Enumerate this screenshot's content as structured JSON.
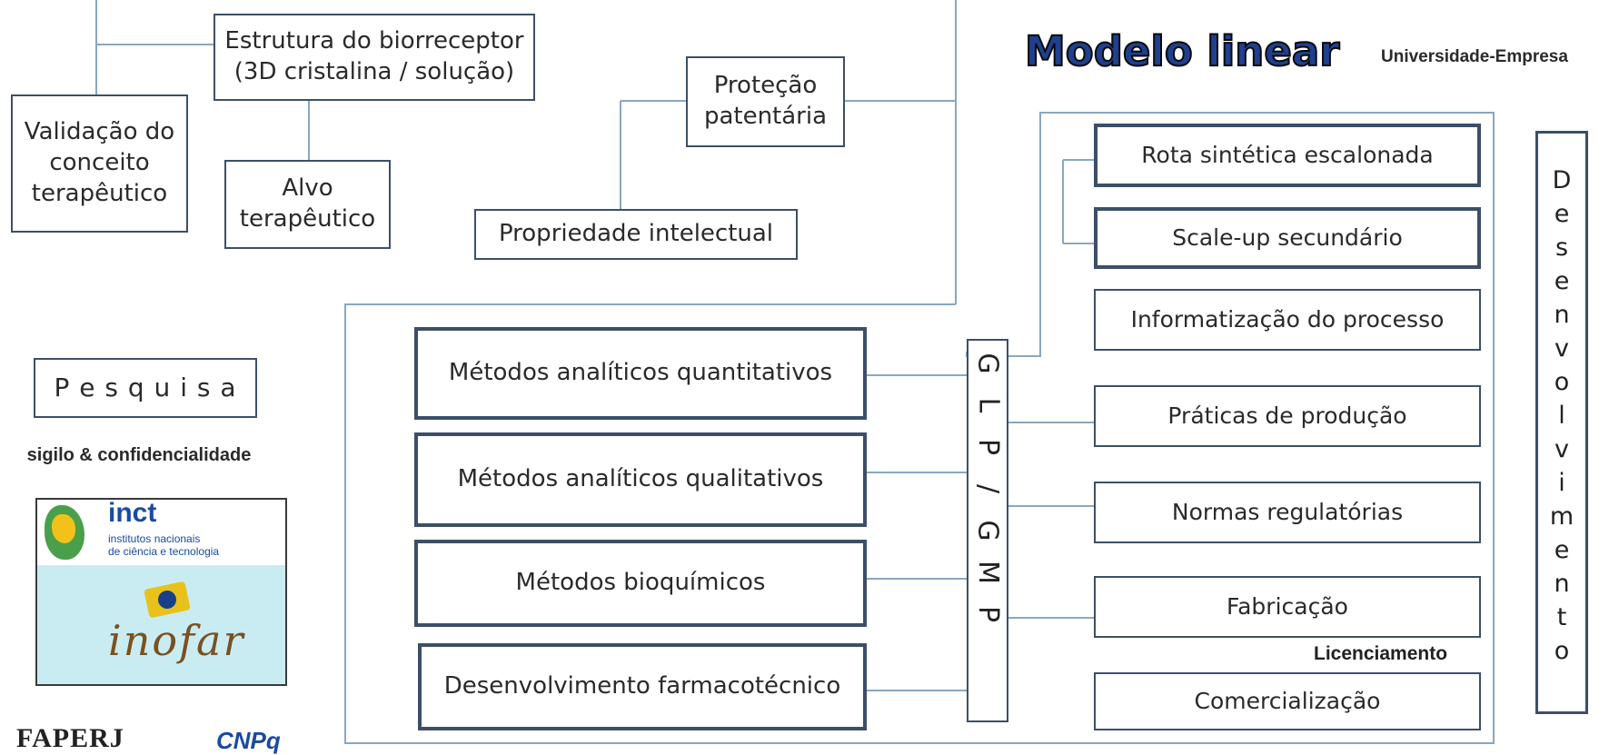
{
  "colors": {
    "box_border": "#3d4f67",
    "connector": "#8aa7bf",
    "title_fill": "#1f3f8f",
    "title_outline": "#0a0a0a"
  },
  "title": "Modelo linear",
  "subtitle": "Universidade-Empresa",
  "pesquisa": {
    "label": "P e s q u i s a",
    "note": "sigilo & confidencialidade"
  },
  "top_boxes": {
    "estrutura": "Estrutura  do biorreceptor\n(3D cristalina / solução)",
    "validacao": "Validação do\nconceito\nterapêutico",
    "alvo": "Alvo\nterapêutico",
    "protecao": "Proteção\npatentária",
    "propriedade": "Propriedade  intelectual"
  },
  "left_methods": [
    "Métodos  analíticos quantitativos",
    "Métodos  analíticos qualitativos",
    "Métodos  bioquímicos",
    "Desenvolvimento farmacotécnico"
  ],
  "glp_letters": [
    "G",
    "L",
    "P",
    "/",
    "G",
    "M",
    "P"
  ],
  "right_steps": [
    "Rota sintética escalonada",
    "Scale-up  secundário",
    "Informatização do  processo",
    "Práticas de produção",
    "Normas regulatórias",
    "Fabricação",
    "Comercialização"
  ],
  "licenciamento": "Licenciamento",
  "desenvolvimento_letters": [
    "D",
    "e",
    "s",
    "e",
    "n",
    "v",
    "o",
    "l",
    "v",
    "i",
    "m",
    "e",
    "n",
    "t",
    "o"
  ],
  "logos": {
    "inct_title": "inct",
    "inct_sub1": "institutos nacionais",
    "inct_sub2": "de ciência e tecnologia",
    "inofar": "inofar",
    "faperj": "FAPERJ",
    "cnpq": "CNPq"
  }
}
